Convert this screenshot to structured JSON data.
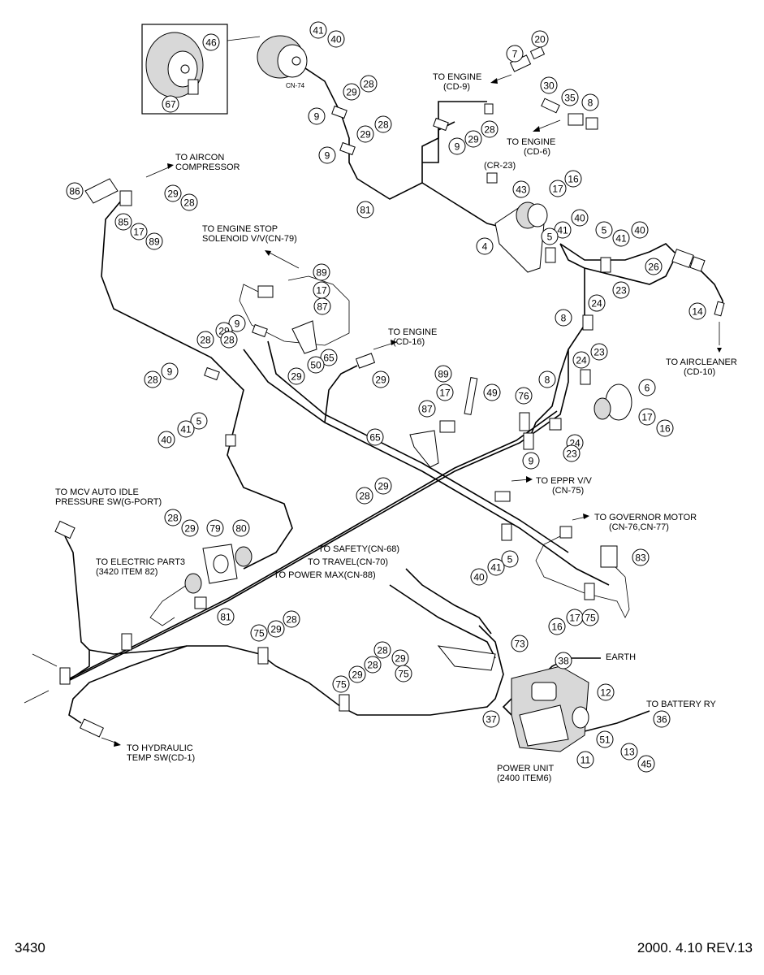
{
  "page": {
    "page_number": "3430",
    "revision": "2000. 4.10  REV.13"
  },
  "labels": {
    "to_engine_cd9": [
      "TO ENGINE",
      "(CD-9)"
    ],
    "to_engine_cd6": [
      "TO ENGINE",
      "(CD-6)"
    ],
    "cr23": "(CR-23)",
    "to_aircon": [
      "TO AIRCON",
      "COMPRESSOR"
    ],
    "to_engine_stop": [
      "TO ENGINE STOP",
      "SOLENOID V/V(CN-79)"
    ],
    "to_engine_cd16": [
      "TO ENGINE",
      "(CD-16)"
    ],
    "to_aircleaner": [
      "TO AIRCLEANER",
      "(CD-10)"
    ],
    "to_eppr": [
      "TO EPPR V/V",
      "(CN-75)"
    ],
    "to_governor": [
      "TO GOVERNOR MOTOR",
      "(CN-76,CN-77)"
    ],
    "to_mcv": [
      "TO MCV AUTO IDLE",
      "PRESSURE SW(G-PORT)"
    ],
    "to_electric": [
      "TO ELECTRIC PART3",
      "(3420 ITEM 82)"
    ],
    "to_safety": "TO SAFETY(CN-68)",
    "to_travel": "TO TRAVEL(CN-70)",
    "to_power_max": "TO POWER MAX(CN-88)",
    "earth": "EARTH",
    "to_battery": "TO BATTERY RY",
    "to_hydraulic": [
      "TO HYDRAULIC",
      "TEMP SW(CD-1)"
    ],
    "power_unit": [
      "POWER UNIT",
      "(2400 ITEM6)"
    ],
    "cn74": "CN-74"
  },
  "callouts": [
    "46",
    "67",
    "41",
    "40",
    "29",
    "28",
    "9",
    "29",
    "28",
    "9",
    "81",
    "7",
    "20",
    "30",
    "35",
    "8",
    "28",
    "29",
    "9",
    "43",
    "17",
    "16",
    "41",
    "40",
    "4",
    "5",
    "5",
    "41",
    "40",
    "26",
    "14",
    "23",
    "24",
    "8",
    "24",
    "23",
    "8",
    "6",
    "17",
    "16",
    "76",
    "9",
    "24",
    "23",
    "86",
    "29",
    "28",
    "85",
    "17",
    "89",
    "89",
    "17",
    "87",
    "9",
    "29",
    "28",
    "65",
    "28",
    "29",
    "50",
    "29",
    "9",
    "28",
    "89",
    "17",
    "87",
    "49",
    "65",
    "28",
    "29",
    "5",
    "41",
    "40",
    "28",
    "29",
    "79",
    "80",
    "81",
    "75",
    "29",
    "28",
    "75",
    "29",
    "28",
    "28",
    "29",
    "75",
    "73",
    "5",
    "41",
    "40",
    "83",
    "16",
    "17",
    "75",
    "38",
    "12",
    "36",
    "37",
    "51",
    "13",
    "45",
    "11"
  ]
}
